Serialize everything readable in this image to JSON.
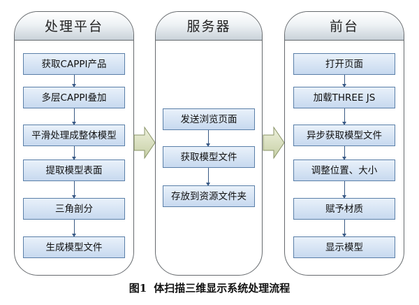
{
  "columns": [
    {
      "title": "处理平台",
      "steps": [
        "获取CAPPI产品",
        "多层CAPPI叠加",
        "平滑处理成整体模型",
        "提取模型表面",
        "三角剖分",
        "生成模型文件"
      ]
    },
    {
      "title": "服务器",
      "steps": [
        "发送浏览页面",
        "获取模型文件",
        "存放到资源文件夹"
      ]
    },
    {
      "title": "前台",
      "steps": [
        "打开页面",
        "加载THREE JS",
        "异步获取模型文件",
        "调整位置、大小",
        "赋予材质",
        "显示模型"
      ]
    }
  ],
  "caption": {
    "label": "图1",
    "text": "体扫描三维显示系统处理流程"
  }
}
